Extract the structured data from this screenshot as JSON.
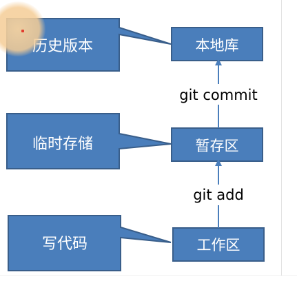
{
  "nodes": {
    "repo": "本地库",
    "staging": "暂存区",
    "workspace": "工作区"
  },
  "callouts": {
    "history": "历史版本",
    "temp_storage": "临时存储",
    "write_code": "写代码"
  },
  "edges": {
    "commit": "git commit",
    "add": "git add"
  },
  "colors": {
    "box_fill": "#4a7ebb",
    "box_stroke": "#395e8a",
    "arrow": "#4a7ebb",
    "text_light": "#ffffff",
    "text_dark": "#000000"
  }
}
